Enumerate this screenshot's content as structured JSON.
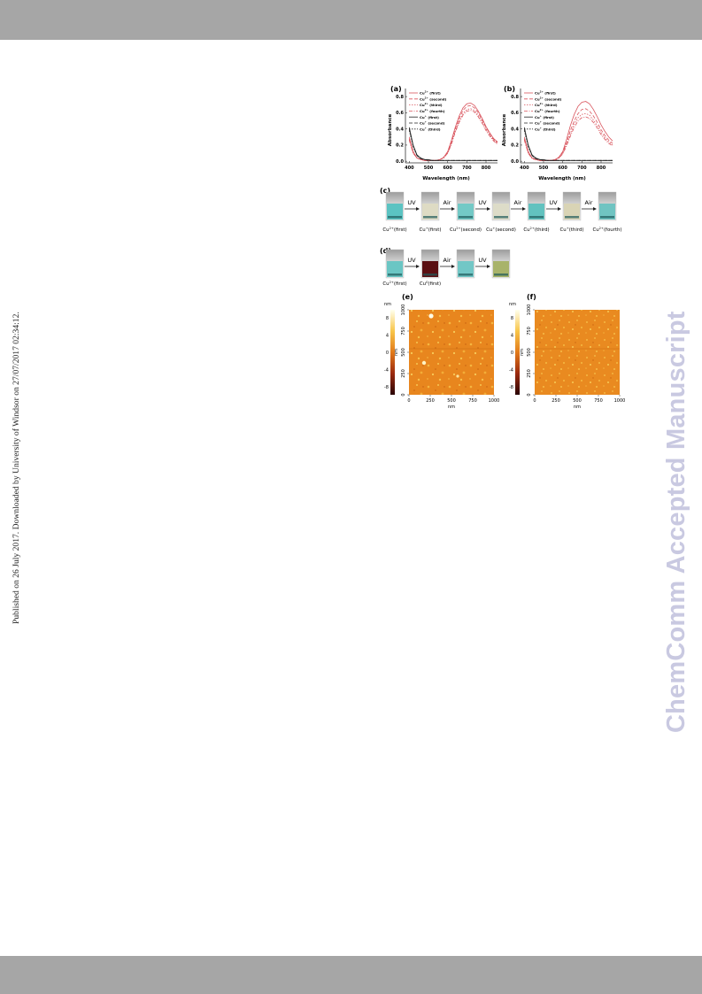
{
  "side_note": "Published on 26 July 2017. Downloaded by University of Windsor on 27/07/2017 02:34:12.",
  "watermark": "ChemComm Accepted Manuscript",
  "colors": {
    "bar": "#a6a6a6",
    "watermark": "#c9c9e1",
    "cu2": "#d9555e",
    "cu1": "#222222"
  },
  "panels": {
    "c": {
      "label": "(c)",
      "arrows": [
        "UV",
        "Air",
        "UV",
        "Air",
        "UV",
        "Air"
      ],
      "vials": [
        "Cu2+(first)",
        "Cu+(first)",
        "Cu2+(second)",
        "Cu+(second)",
        "Cu2+(third)",
        "Cu+(third)",
        "Cu2+(fourth)"
      ],
      "vial_colors": [
        "#5bc3c2",
        "#dedbc4",
        "#73c9c6",
        "#dddcc8",
        "#62c2bf",
        "#d9d4b5",
        "#70c4c2"
      ]
    },
    "d": {
      "label": "(d)",
      "arrows": [
        "UV",
        "Air",
        "UV"
      ],
      "vials": [
        "Cu2+(first)",
        "Cu0(first)",
        "",
        ""
      ],
      "vial_colors": [
        "#6bc6c4",
        "#5a0f12",
        "#72c7c6",
        "#a8b36a"
      ]
    },
    "e": {
      "label": "(e)"
    },
    "f": {
      "label": "(f)"
    }
  },
  "chart_data": [
    {
      "panel": "(a)",
      "type": "line",
      "xlabel": "Wavelength (nm)",
      "ylabel": "Absorbance",
      "xlim": [
        380,
        860
      ],
      "ylim": [
        -0.02,
        0.9
      ],
      "xticks": [
        400,
        500,
        600,
        700,
        800
      ],
      "yticks": [
        0.0,
        0.2,
        0.4,
        0.6,
        0.8
      ],
      "x": [
        400,
        420,
        440,
        460,
        480,
        500,
        520,
        540,
        560,
        580,
        600,
        620,
        640,
        660,
        680,
        700,
        720,
        740,
        760,
        780,
        800,
        820,
        840,
        860
      ],
      "series": [
        {
          "name": "Cu2+ (first)",
          "kind": "cu2",
          "dash": "",
          "values": [
            0.3,
            0.12,
            0.04,
            0.02,
            0.01,
            0.01,
            0.01,
            0.01,
            0.02,
            0.05,
            0.12,
            0.26,
            0.42,
            0.56,
            0.66,
            0.71,
            0.72,
            0.69,
            0.62,
            0.53,
            0.43,
            0.35,
            0.28,
            0.24
          ]
        },
        {
          "name": "Cu2+ (second)",
          "kind": "cu2",
          "dash": "4,2",
          "values": [
            0.28,
            0.11,
            0.04,
            0.02,
            0.01,
            0.01,
            0.01,
            0.01,
            0.02,
            0.05,
            0.11,
            0.24,
            0.4,
            0.53,
            0.63,
            0.68,
            0.69,
            0.66,
            0.6,
            0.51,
            0.42,
            0.34,
            0.27,
            0.23
          ]
        },
        {
          "name": "Cu2+ (third)",
          "kind": "cu2",
          "dash": "1.5,1.5",
          "values": [
            0.27,
            0.1,
            0.04,
            0.02,
            0.01,
            0.01,
            0.01,
            0.01,
            0.02,
            0.04,
            0.1,
            0.22,
            0.37,
            0.5,
            0.59,
            0.64,
            0.65,
            0.63,
            0.57,
            0.49,
            0.4,
            0.32,
            0.26,
            0.22
          ]
        },
        {
          "name": "Cu2+ (fourth)",
          "kind": "cu2",
          "dash": "4,1.5,1,1.5",
          "values": [
            0.26,
            0.1,
            0.04,
            0.02,
            0.01,
            0.01,
            0.01,
            0.01,
            0.02,
            0.04,
            0.1,
            0.21,
            0.36,
            0.48,
            0.57,
            0.62,
            0.63,
            0.61,
            0.55,
            0.47,
            0.38,
            0.31,
            0.25,
            0.21
          ]
        },
        {
          "name": "Cu+ (first)",
          "kind": "cu1",
          "dash": "",
          "values": [
            0.42,
            0.2,
            0.08,
            0.04,
            0.02,
            0.02,
            0.01,
            0.01,
            0.01,
            0.01,
            0.01,
            0.01,
            0.01,
            0.01,
            0.01,
            0.01,
            0.01,
            0.01,
            0.01,
            0.01,
            0.01,
            0.01,
            0.01,
            0.01
          ]
        },
        {
          "name": "Cu+ (second)",
          "kind": "cu1",
          "dash": "4,2",
          "values": [
            0.4,
            0.19,
            0.07,
            0.03,
            0.02,
            0.01,
            0.01,
            0.01,
            0.01,
            0.01,
            0.01,
            0.01,
            0.01,
            0.01,
            0.01,
            0.01,
            0.01,
            0.01,
            0.01,
            0.01,
            0.01,
            0.01,
            0.01,
            0.01
          ]
        },
        {
          "name": "Cu+ (third)",
          "kind": "cu1",
          "dash": "1.5,1.5",
          "values": [
            0.38,
            0.18,
            0.07,
            0.03,
            0.02,
            0.01,
            0.01,
            0.01,
            0.01,
            0.01,
            0.01,
            0.01,
            0.01,
            0.01,
            0.01,
            0.01,
            0.01,
            0.01,
            0.01,
            0.01,
            0.01,
            0.01,
            0.01,
            0.01
          ]
        }
      ]
    },
    {
      "panel": "(b)",
      "type": "line",
      "xlabel": "Wavelength (nm)",
      "ylabel": "Absorbance",
      "xlim": [
        380,
        860
      ],
      "ylim": [
        -0.02,
        0.9
      ],
      "xticks": [
        400,
        500,
        600,
        700,
        800
      ],
      "yticks": [
        0.0,
        0.2,
        0.4,
        0.6,
        0.8
      ],
      "x": [
        400,
        420,
        440,
        460,
        480,
        500,
        520,
        540,
        560,
        580,
        600,
        620,
        640,
        660,
        680,
        700,
        720,
        740,
        760,
        780,
        800,
        820,
        840,
        860
      ],
      "series": [
        {
          "name": "Cu2+ (first)",
          "kind": "cu2",
          "dash": "",
          "values": [
            0.3,
            0.12,
            0.04,
            0.02,
            0.01,
            0.01,
            0.01,
            0.01,
            0.02,
            0.05,
            0.12,
            0.27,
            0.44,
            0.58,
            0.68,
            0.73,
            0.74,
            0.71,
            0.64,
            0.55,
            0.45,
            0.37,
            0.3,
            0.25
          ]
        },
        {
          "name": "Cu2+ (second)",
          "kind": "cu2",
          "dash": "4,2",
          "values": [
            0.28,
            0.11,
            0.04,
            0.02,
            0.01,
            0.01,
            0.01,
            0.01,
            0.02,
            0.04,
            0.11,
            0.23,
            0.38,
            0.5,
            0.59,
            0.64,
            0.65,
            0.62,
            0.56,
            0.48,
            0.39,
            0.32,
            0.26,
            0.22
          ]
        },
        {
          "name": "Cu2+ (third)",
          "kind": "cu2",
          "dash": "1.5,1.5",
          "values": [
            0.27,
            0.1,
            0.04,
            0.02,
            0.01,
            0.01,
            0.01,
            0.01,
            0.01,
            0.04,
            0.1,
            0.21,
            0.34,
            0.46,
            0.54,
            0.58,
            0.59,
            0.57,
            0.51,
            0.44,
            0.36,
            0.29,
            0.24,
            0.2
          ]
        },
        {
          "name": "Cu2+ (fourth)",
          "kind": "cu2",
          "dash": "4,1.5,1,1.5",
          "values": [
            0.26,
            0.1,
            0.03,
            0.02,
            0.01,
            0.01,
            0.01,
            0.01,
            0.01,
            0.04,
            0.09,
            0.19,
            0.31,
            0.42,
            0.5,
            0.54,
            0.55,
            0.53,
            0.48,
            0.41,
            0.33,
            0.27,
            0.22,
            0.19
          ]
        },
        {
          "name": "Cu+ (first)",
          "kind": "cu1",
          "dash": "",
          "values": [
            0.42,
            0.2,
            0.08,
            0.04,
            0.02,
            0.02,
            0.01,
            0.01,
            0.01,
            0.01,
            0.01,
            0.01,
            0.01,
            0.01,
            0.01,
            0.01,
            0.01,
            0.01,
            0.01,
            0.01,
            0.01,
            0.01,
            0.01,
            0.01
          ]
        },
        {
          "name": "Cu+ (second)",
          "kind": "cu1",
          "dash": "4,2",
          "values": [
            0.4,
            0.19,
            0.07,
            0.03,
            0.02,
            0.01,
            0.01,
            0.01,
            0.01,
            0.01,
            0.01,
            0.01,
            0.01,
            0.01,
            0.01,
            0.01,
            0.01,
            0.01,
            0.01,
            0.01,
            0.01,
            0.01,
            0.01,
            0.01
          ]
        },
        {
          "name": "Cu+ (third)",
          "kind": "cu1",
          "dash": "1.5,1.5",
          "values": [
            0.38,
            0.18,
            0.07,
            0.03,
            0.02,
            0.01,
            0.01,
            0.01,
            0.01,
            0.01,
            0.01,
            0.01,
            0.01,
            0.01,
            0.01,
            0.01,
            0.01,
            0.01,
            0.01,
            0.01,
            0.01,
            0.01,
            0.01,
            0.01
          ]
        }
      ]
    },
    {
      "panel": "(e)",
      "type": "heatmap",
      "xlabel": "nm",
      "ylabel": "nm",
      "xticks": [
        0,
        250,
        500,
        750,
        1000
      ],
      "yticks": [
        0,
        250,
        500,
        750,
        1000
      ],
      "colorbar": {
        "label": "nm",
        "ticks": [
          8,
          4,
          0,
          -4,
          -8
        ]
      }
    },
    {
      "panel": "(f)",
      "type": "heatmap",
      "xlabel": "nm",
      "ylabel": "nm",
      "xticks": [
        0,
        250,
        500,
        750,
        1000
      ],
      "yticks": [
        0,
        250,
        500,
        750,
        1000
      ],
      "colorbar": {
        "label": "nm",
        "ticks": [
          8,
          4,
          0,
          -4,
          -8
        ]
      }
    }
  ]
}
